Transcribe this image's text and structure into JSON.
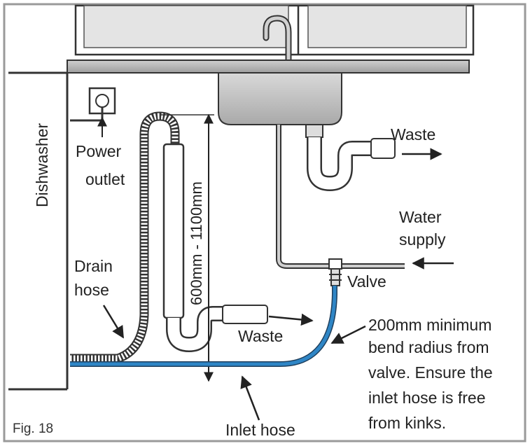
{
  "figure_label": "Fig. 18",
  "labels": {
    "dishwasher": "Dishwasher",
    "power_outlet": [
      "Power",
      "outlet"
    ],
    "drain_hose": [
      "Drain",
      "hose"
    ],
    "height_range": "600mm - 1100mm",
    "waste_sink": "Waste",
    "waste_trap": "Waste",
    "water_supply": [
      "Water",
      "supply"
    ],
    "valve": "Valve",
    "bend_note": [
      "200mm minimum",
      "bend radius from",
      "valve. Ensure the",
      "inlet hose is free",
      "from kinks."
    ],
    "inlet_hose": "Inlet hose"
  },
  "colors": {
    "frame": "#9a9a9a",
    "outline": "#333333",
    "inlet_hose": "#2f86c6",
    "sink": "#bdbdbd",
    "pipe_fill": "#ffffff"
  }
}
